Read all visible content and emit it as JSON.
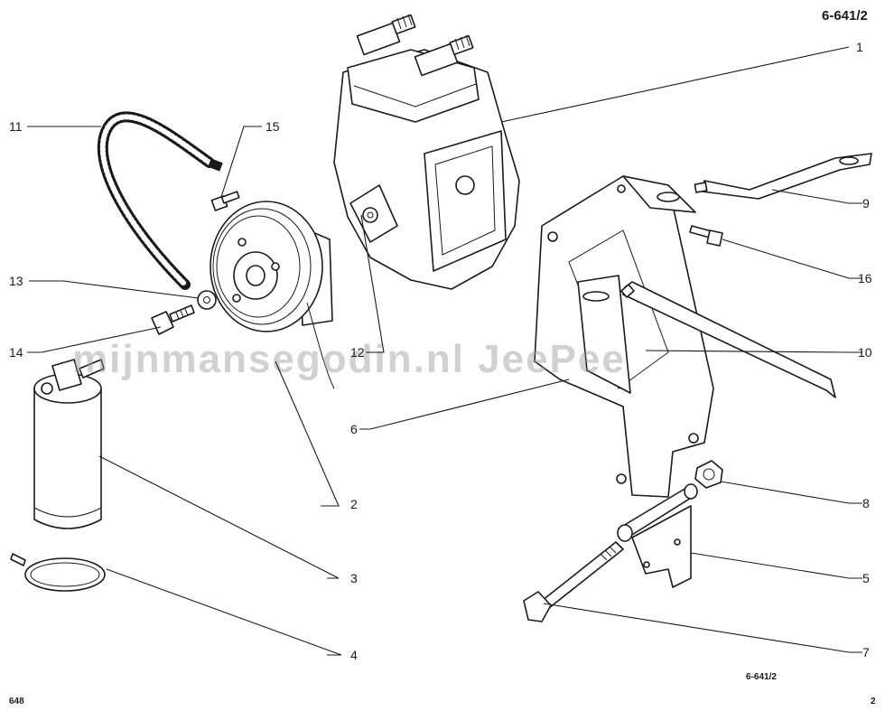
{
  "header": {
    "code_top": "6-641/2"
  },
  "footer": {
    "left_code": "648",
    "center_code": "6-641/2",
    "right_code": "2"
  },
  "watermark": "mijnmansegodin.nl  JeePee",
  "callouts": [
    {
      "id": "c1",
      "label": "1"
    },
    {
      "id": "c2",
      "label": "2"
    },
    {
      "id": "c3",
      "label": "3"
    },
    {
      "id": "c4",
      "label": "4"
    },
    {
      "id": "c5",
      "label": "5"
    },
    {
      "id": "c6",
      "label": "6"
    },
    {
      "id": "c7",
      "label": "7"
    },
    {
      "id": "c8",
      "label": "8"
    },
    {
      "id": "c9",
      "label": "9"
    },
    {
      "id": "c10",
      "label": "10"
    },
    {
      "id": "c11",
      "label": "11"
    },
    {
      "id": "c12",
      "label": "12"
    },
    {
      "id": "c13",
      "label": "13"
    },
    {
      "id": "c14",
      "label": "14"
    },
    {
      "id": "c15",
      "label": "15"
    },
    {
      "id": "c16",
      "label": "16"
    }
  ],
  "colors": {
    "ink": "#1a1a1a",
    "paper": "#ffffff",
    "watermark": "#9a9a9a"
  }
}
